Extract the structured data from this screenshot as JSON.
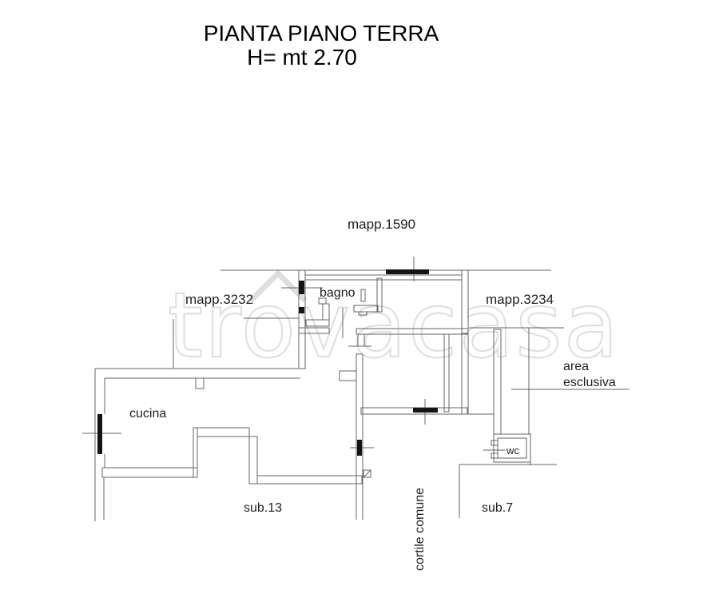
{
  "title": {
    "line1": "PIANTA PIANO TERRA",
    "line2": "H= mt 2.70"
  },
  "watermark": {
    "text": "trovacasa"
  },
  "plan": {
    "labels": {
      "mapp_1590": "mapp.1590",
      "mapp_3232": "mapp.3232",
      "bagno": "bagno",
      "mapp_3234": "mapp.3234",
      "area_esclusiva_line1": "area",
      "area_esclusiva_line2": "esclusiva",
      "cucina": "cucina",
      "wc": "wc",
      "sub_13": "sub.13",
      "cortile_comune": "cortile comune",
      "sub_7": "sub.7"
    },
    "colors": {
      "wall": "#666666",
      "fixture": "#141414",
      "text": "#1f1f1f",
      "watermark": "#dedede",
      "background": "#ffffff"
    }
  }
}
